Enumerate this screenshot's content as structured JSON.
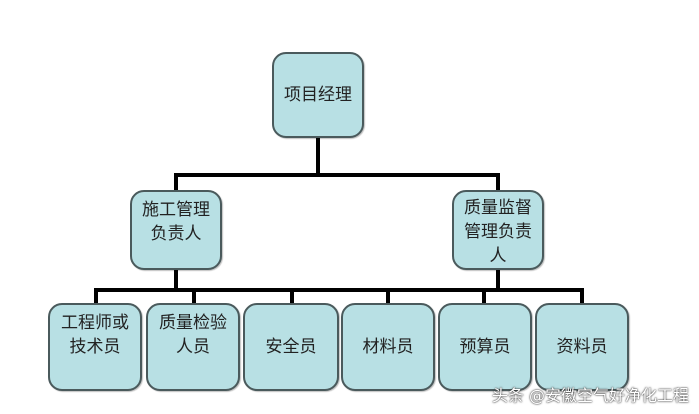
{
  "diagram": {
    "type": "org-chart",
    "root": {
      "label": "项目经理"
    },
    "level2": [
      {
        "label": "施工管理负责人"
      },
      {
        "label": "质量监督管理负责人"
      }
    ],
    "level3": [
      {
        "label": "工程师或技术员"
      },
      {
        "label": "质量检验人员"
      },
      {
        "label": "安全员"
      },
      {
        "label": "材料员"
      },
      {
        "label": "预算员"
      },
      {
        "label": "资料员"
      }
    ],
    "colors": {
      "node_fill": "#b8e0e4",
      "node_border": "#4a5a5c",
      "connector": "#000000"
    }
  },
  "watermark": "头条 @安徽空气好净化工程"
}
